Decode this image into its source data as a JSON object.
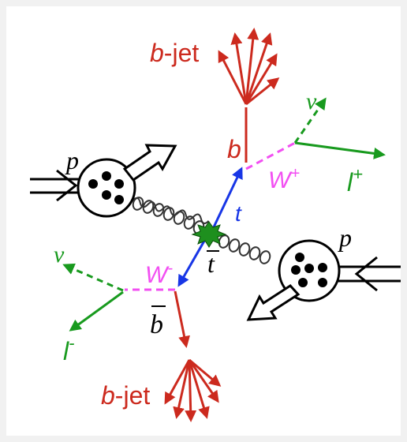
{
  "labels": {
    "bjet_top_b": "b",
    "bjet_top_rest": "-jet",
    "b_quark": "b",
    "w_plus_main": "W",
    "w_plus_sup": "+",
    "nu_top": "ν",
    "lepton_plus_main": "l",
    "lepton_plus_sup": "+",
    "proton_left": "p",
    "top_quark": "t",
    "antitop": "t",
    "w_minus_main": "W",
    "w_minus_sup": "-",
    "nu_left": "ν",
    "lepton_minus_main": "l",
    "lepton_minus_sup": "-",
    "bbar": "b",
    "proton_right": "p",
    "bjet_bottom_b": "b",
    "bjet_bottom_rest": "-jet"
  },
  "colors": {
    "red": "#cc2a1e",
    "green": "#189a1e",
    "magenta": "#f24ff2",
    "blue": "#1836e6",
    "black": "#000000",
    "vertex": "#1e8f1e"
  }
}
